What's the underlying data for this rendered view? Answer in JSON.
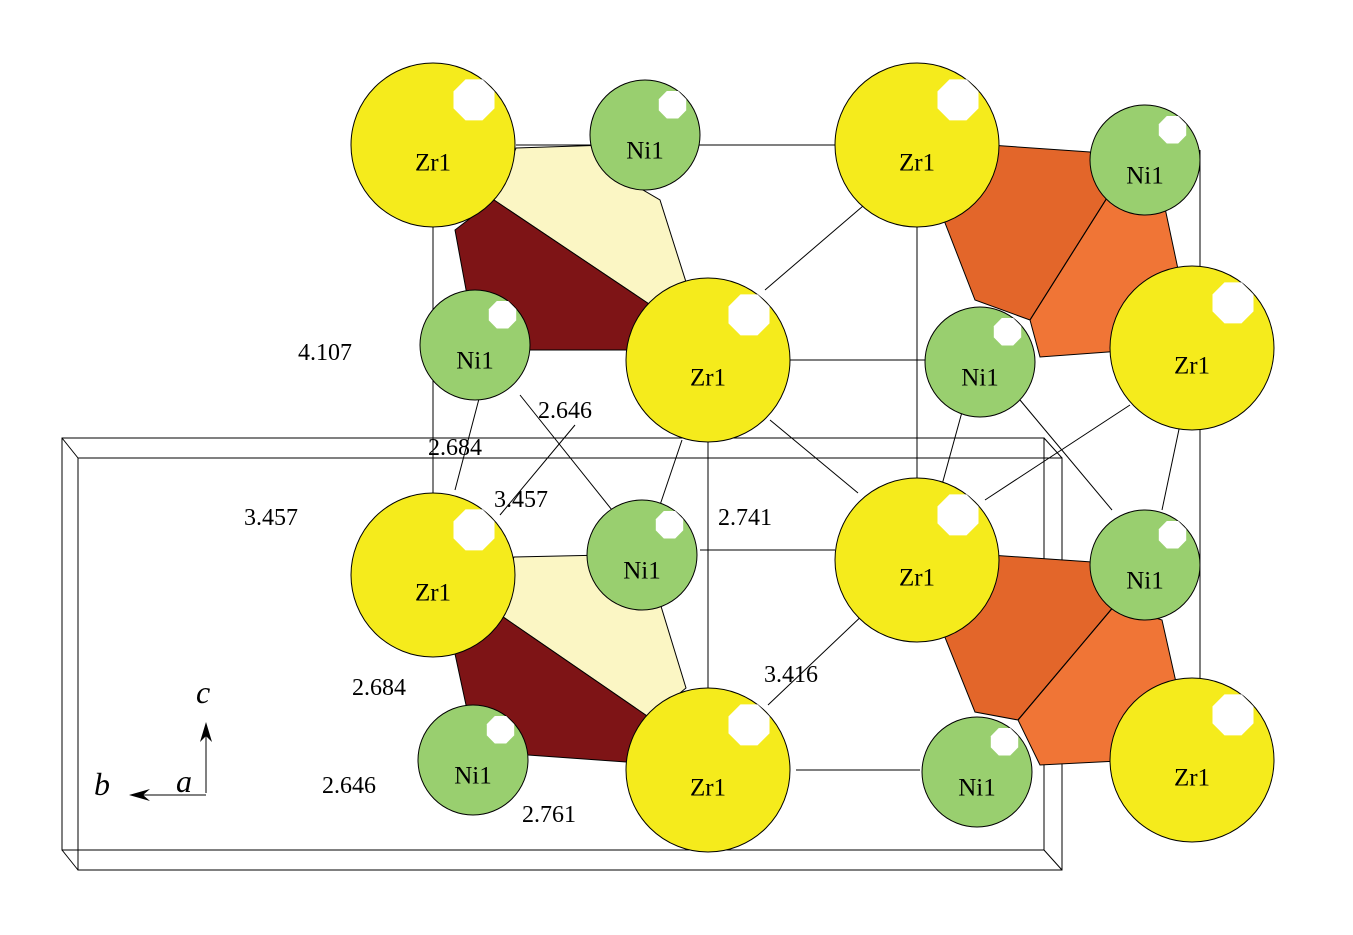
{
  "structure": {
    "atom_types": {
      "Zr": {
        "label": "Zr1",
        "color": "#f5eb1c"
      },
      "Ni": {
        "label": "Ni1",
        "color": "#99cf6f"
      }
    },
    "polyhedra_colors": {
      "light_yellow": "#fbf6c4",
      "dark_red": "#7e1416",
      "orange_dark": "#e3662a",
      "orange_light": "#f07536"
    },
    "distance_labels": [
      "4.107",
      "2.646",
      "2.684",
      "3.457",
      "3.457",
      "2.741",
      "2.684",
      "3.416",
      "2.646",
      "2.761"
    ],
    "axes": {
      "c": "c",
      "b": "b",
      "a": "a"
    }
  }
}
